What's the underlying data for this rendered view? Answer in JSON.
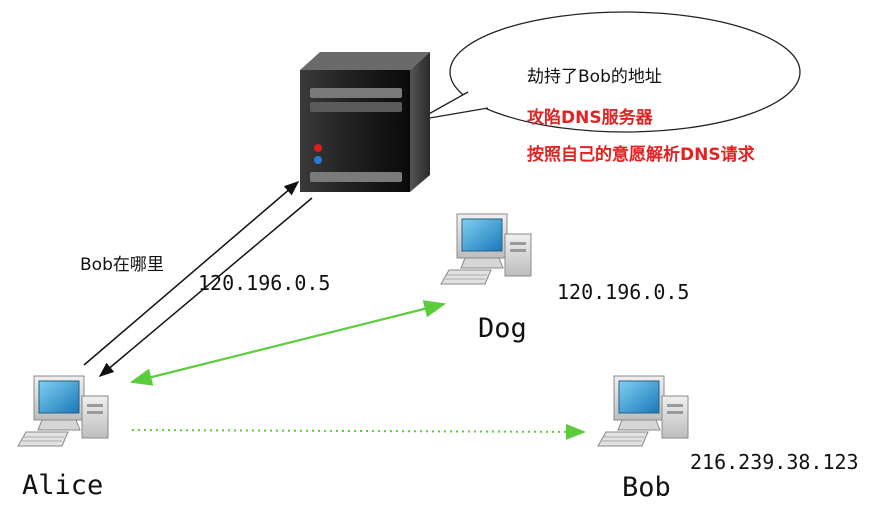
{
  "bubble": {
    "line1": "劫持了Bob的地址",
    "line2": "攻陷DNS服务器",
    "line3": "按照自己的意愿解析DNS请求"
  },
  "query_label": "Bob在哪里",
  "dns_answer_ip": "120.196.0.5",
  "nodes": {
    "dog": {
      "name": "Dog",
      "ip": "120.196.0.5"
    },
    "alice": {
      "name": "Alice"
    },
    "bob": {
      "name": "Bob",
      "ip": "216.239.38.123"
    }
  },
  "colors": {
    "hijack_line": "#5ccc3c",
    "intended_line": "#5ccc3c",
    "bubble_text_red": "#e02424",
    "arrow_black": "#111111"
  }
}
